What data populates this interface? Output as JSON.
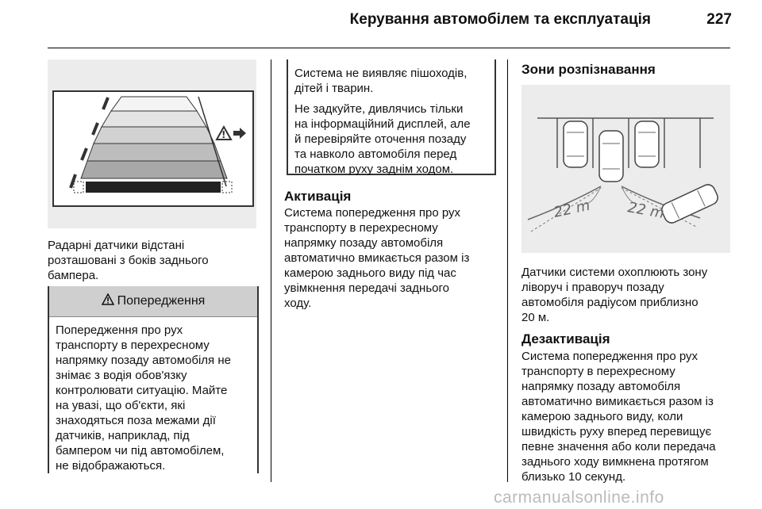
{
  "header": {
    "title": "Керування автомобілем та експлуатація",
    "page_number": "227"
  },
  "left": {
    "caption_lines": [
      "Радарні датчики відстані",
      "розташовані з боків заднього",
      "бампера."
    ],
    "warning": {
      "icon": "warning-triangle-icon",
      "title": "Попередження",
      "lines": [
        "Попередження про рух",
        "транспорту в перехресному",
        "напрямку позаду автомобіля не",
        "знімає з водія обов'язку",
        "контролювати ситуацію. Майте",
        "на увазі, що об'єкти, які",
        "знаходяться поза межами дії",
        "датчиків, наприклад, під",
        "бампером чи під автомобілем,",
        "не відображаються."
      ]
    }
  },
  "middle": {
    "note_paragraphs": [
      [
        "Система не виявляє пішоходів,",
        "дітей і тварин."
      ],
      [
        "Не задкуйте, дивлячись тільки",
        "на інформаційний дисплей, але",
        "й перевіряйте оточення позаду",
        "та навколо автомобіля перед",
        "початком руху заднім ходом."
      ]
    ],
    "activation": {
      "title": "Активація",
      "lines": [
        "Система попередження про рух",
        "транспорту в перехресному",
        "напрямку позаду автомобіля",
        "автоматично вмикається разом із",
        "камерою заднього виду під час",
        "увімкнення передачі заднього",
        "ходу."
      ]
    }
  },
  "right": {
    "zones_title": "Зони розпізнавання",
    "figure_labels": [
      "22 m",
      "22 m"
    ],
    "caption_lines": [
      "Датчики системи охоплюють зону",
      "ліворуч і праворуч позаду",
      "автомобіля радіусом приблизно",
      "20 м."
    ],
    "deactivation": {
      "title": "Дезактивація",
      "lines": [
        "Система попередження про рух",
        "транспорту в перехресному",
        "напрямку позаду автомобіля",
        "автоматично вимикається разом із",
        "камерою заднього виду, коли",
        "швидкість руху вперед перевищує",
        "певне значення або коли передача",
        "заднього ходу вимкнена протягом",
        "близько 10 секунд."
      ]
    }
  },
  "watermark": "carmanualsonline.info"
}
